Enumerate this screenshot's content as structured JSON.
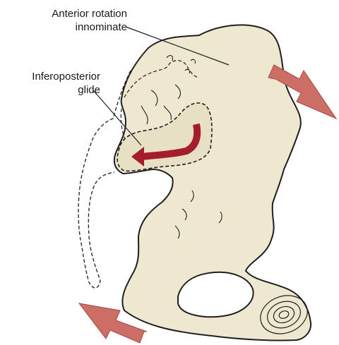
{
  "labels": {
    "anterior_rotation": {
      "line1": "Anterior rotation",
      "line2": "innominate"
    },
    "inferoposterior_glide": {
      "line1": "Inferoposterior",
      "line2": "glide"
    }
  },
  "colors": {
    "bone_fill": "#efe8d0",
    "outline": "#1f1f1f",
    "motion_arrow": "#cc6d66",
    "glide_arrow": "#a51d2a",
    "background": "#ffffff"
  },
  "icons": {
    "rotation_arrow_upper": "double-headed-arrow",
    "rotation_arrow_lower": "double-headed-arrow",
    "glide_arrow": "curved-arrow"
  }
}
